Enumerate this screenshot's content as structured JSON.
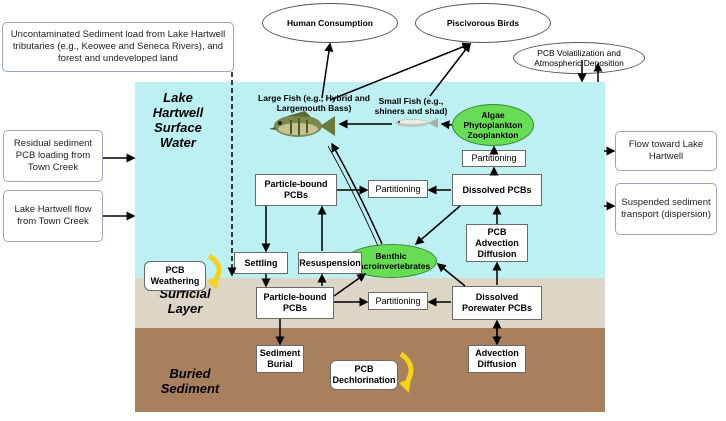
{
  "zones": {
    "water": "Lake Hartwell Surface Water",
    "surficial": "Surficial Layer",
    "buried": "Buried Sediment"
  },
  "external": {
    "uncontaminated": "Uncontaminated Sediment load from Lake Hartwell tributaries (e.g., Keowee and Seneca Rivers), and forest and undeveloped land",
    "residual": "Residual sediment PCB loading from Town Creek",
    "hartwell_flow": "Lake Hartwell flow from Town Creek",
    "flow_toward": "Flow toward Lake Hartwell",
    "suspended": "Suspended sediment transport (dispersion)"
  },
  "ellipses": {
    "human": "Human Consumption",
    "piscivorous": "Piscivorous Birds",
    "volatilization": "PCB Volatilization and Atmospheric Deposition"
  },
  "organisms": {
    "large_fish": "Large Fish (e.g., Hybrid and Largemouth Bass)",
    "small_fish": "Small Fish (e.g., shiners and shad)",
    "algae": "Algae Phytoplankton Zooplankton",
    "benthic": "Benthic Macroinvertebrates"
  },
  "processes": {
    "particle_water": "Particle-bound PCBs",
    "partitioning_water": "Partitioning",
    "dissolved": "Dissolved PCBs",
    "partitioning_algae": "Partitioning",
    "settling": "Settling",
    "resuspension": "Resuspension",
    "advection_water": "PCB Advection Diffusion",
    "weathering": "PCB Weathering",
    "particle_surf": "Particle-bound PCBs",
    "partitioning_surf": "Partitioning",
    "porewater": "Dissolved Porewater PCBs",
    "burial": "Sediment Burial",
    "dechlorination": "PCB Dechlorination",
    "advection_buried": "Advection Diffusion"
  },
  "colors": {
    "water": "#bdf0f2",
    "surficial": "#ddd5c6",
    "buried": "#a9805e",
    "algae": "#66dd55",
    "cycle_arrow": "#f2d21a"
  }
}
